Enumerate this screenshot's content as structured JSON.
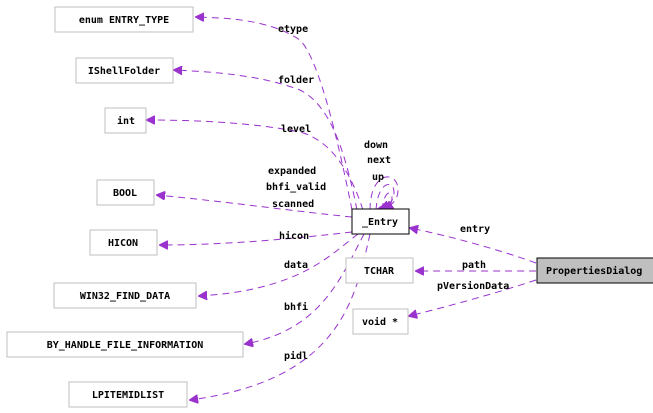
{
  "nodes": {
    "enum_entry_type": "enum ENTRY_TYPE",
    "ishellfolder": "IShellFolder",
    "int": "int",
    "bool": "BOOL",
    "hicon": "HICON",
    "win32_find_data": "WIN32_FIND_DATA",
    "by_handle_file_information": "BY_HANDLE_FILE_INFORMATION",
    "lpitemidlist": "LPITEMIDLIST",
    "entry": "_Entry",
    "tchar": "TCHAR",
    "void_ptr": "void *",
    "properties_dialog": "PropertiesDialog"
  },
  "edges": {
    "etype": "etype",
    "folder": "folder",
    "level": "level",
    "down": "down",
    "next": "next",
    "up": "up",
    "expanded": "expanded",
    "bhfi_valid": "bhfi_valid",
    "scanned": "scanned",
    "hicon": "hicon",
    "data": "data",
    "bhfi": "bhfi",
    "pidl": "pidl",
    "entry": "entry",
    "path": "path",
    "pVersionData": "pVersionData"
  },
  "colors": {
    "edge": "#9a32cd",
    "node_border": "#bfbfbf",
    "focus_fill": "#bfbfbf"
  }
}
